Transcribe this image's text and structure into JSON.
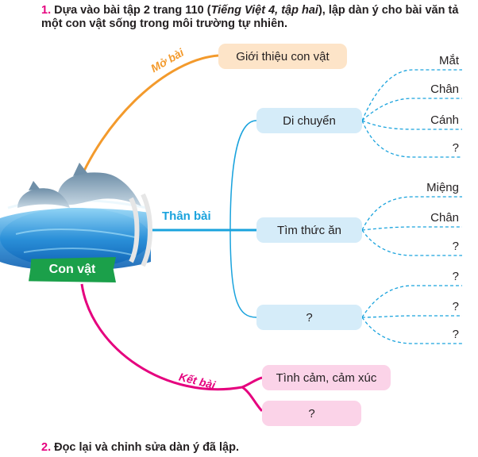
{
  "instructions": {
    "q1_num": "1.",
    "q1_pre": "Dựa vào bài tập 2 trang 110 (",
    "q1_book": "Tiếng Việt 4, tập hai",
    "q1_post": "), lập dàn ý cho bài văn tả một con vật sống trong môi trường tự nhiên.",
    "q2_num": "2.",
    "q2_text": "Đọc lại và chỉnh sửa dàn ý đã lập."
  },
  "center": {
    "label": "Con vật"
  },
  "branches": {
    "intro": {
      "label": "Mở bài",
      "color": "#f39a2c",
      "box": "Giới thiệu con vật",
      "box_color": "#fde4c8"
    },
    "body": {
      "label": "Thân bài",
      "color": "#1aa3dd",
      "box_color": "#d5ecf9",
      "subs": [
        {
          "box": "Di chuyển",
          "leaves": [
            "Mắt",
            "Chân",
            "Cánh",
            "?"
          ]
        },
        {
          "box": "Tìm thức ăn",
          "leaves": [
            "Miệng",
            "Chân",
            "?"
          ]
        },
        {
          "box": "?",
          "leaves": [
            "?",
            "?",
            "?"
          ]
        }
      ]
    },
    "conclusion": {
      "label": "Kết bài",
      "color": "#e5007e",
      "box_color": "#fbd3e8",
      "boxes": [
        "Tình cảm, cảm xúc",
        "?"
      ]
    }
  }
}
